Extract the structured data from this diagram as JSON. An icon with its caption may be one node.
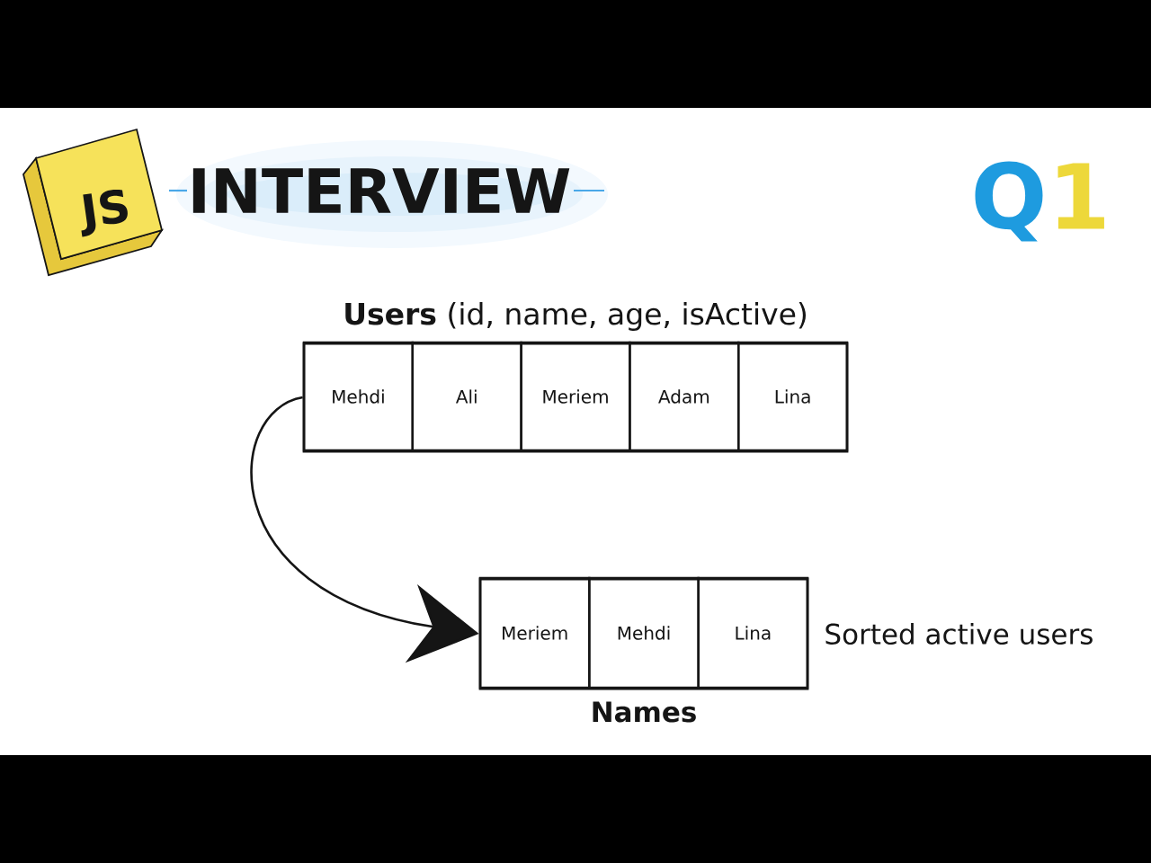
{
  "diagram": {
    "title": "INTERVIEW",
    "nodes": [
      {
        "text": [
          "**Users** (id, name, age, isActive)"
        ]
      },
      {
        "text": [
          "Mehdi"
        ],
        "in": 0
      },
      {
        "text": [
          "Ali"
        ],
        "in": 0
      },
      {
        "text": [
          "Meriem"
        ],
        "in": 0
      },
      {
        "text": [
          "Adam"
        ],
        "in": 0
      },
      {
        "text": [
          "Lina"
        ],
        "in": 0
      },
      {
        "text": [
          "Names"
        ],
        "beside": [
          "Sorted active users"
        ]
      },
      {
        "text": [
          "Meriem"
        ],
        "in": 6
      },
      {
        "text": [
          "Mehdi"
        ],
        "in": 6
      },
      {
        "text": [
          "Lina"
        ],
        "in": 6
      }
    ],
    "edges": [
      {
        "from": 0,
        "to": 6,
        "arrow": "to"
      }
    ],
    "labels": [
      "JS",
      "Q",
      "1"
    ]
  }
}
